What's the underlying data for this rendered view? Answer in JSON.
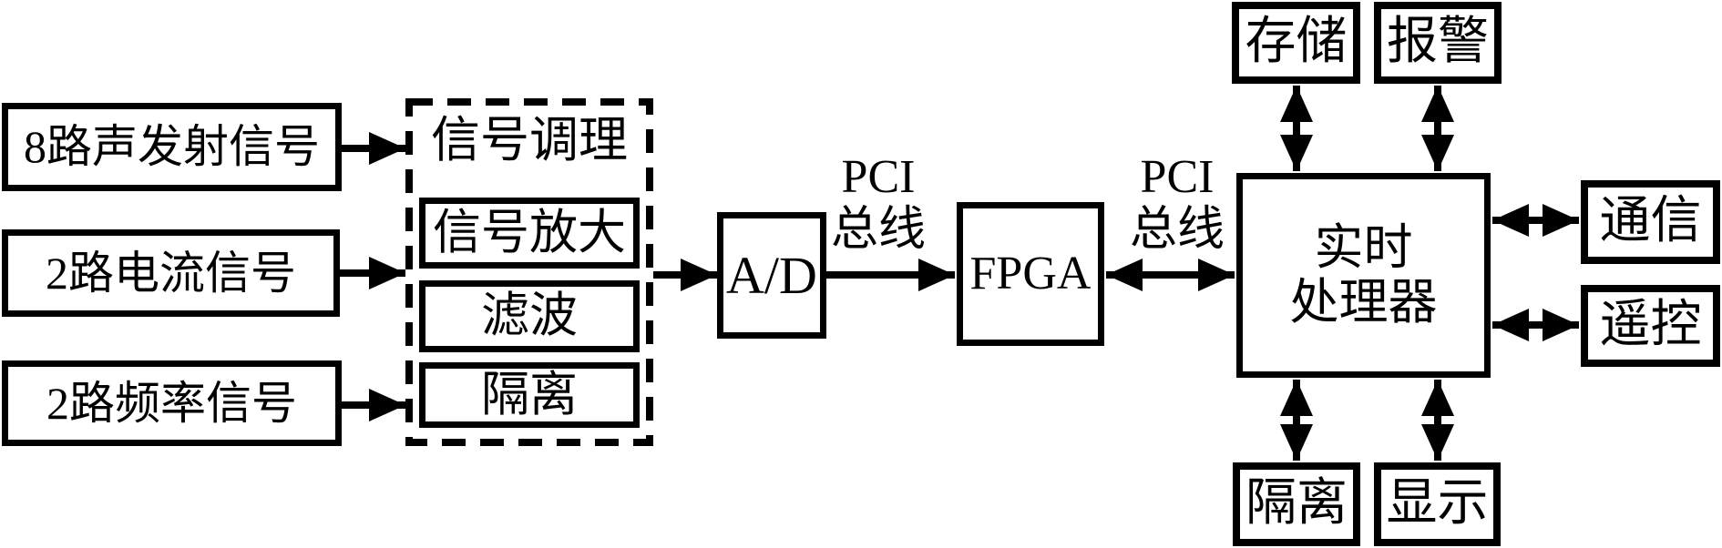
{
  "diagram": {
    "title_hint": "data acquisition and real-time processing block diagram",
    "colors": {
      "line": "#000000",
      "background": "#ffffff"
    },
    "inputs": [
      {
        "label": "8路声发射信号"
      },
      {
        "label": "2路电流信号"
      },
      {
        "label": "2路频率信号"
      }
    ],
    "conditioning": {
      "title": "信号调理",
      "stages": [
        {
          "label": "信号放大"
        },
        {
          "label": "滤波"
        },
        {
          "label": "隔离"
        }
      ]
    },
    "ad": {
      "label": "A/D"
    },
    "fpga": {
      "label": "FPGA"
    },
    "bus1": {
      "line1": "PCI",
      "line2": "总线"
    },
    "bus2": {
      "line1": "PCI",
      "line2": "总线"
    },
    "processor": {
      "line1": "实时",
      "line2": "处理器"
    },
    "peripherals": {
      "storage": {
        "label": "存储"
      },
      "alarm": {
        "label": "报警"
      },
      "communication": {
        "label": "通信"
      },
      "remote": {
        "label": "遥控"
      },
      "isolation": {
        "label": "隔离"
      },
      "display": {
        "label": "显示"
      }
    }
  }
}
